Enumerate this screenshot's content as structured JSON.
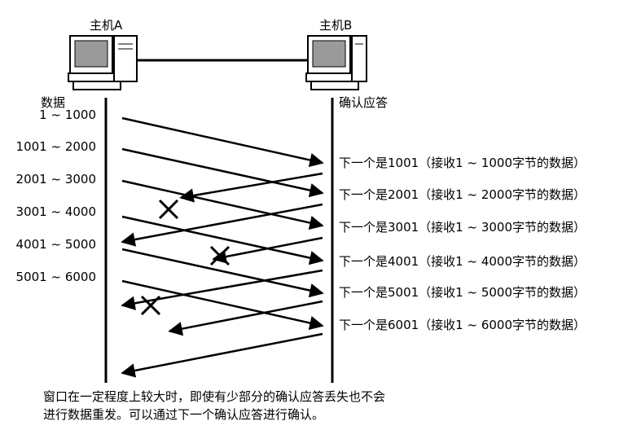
{
  "hosts": {
    "a": {
      "label": "主机A"
    },
    "b": {
      "label": "主机B"
    }
  },
  "left_column": {
    "header": "数据",
    "segments": [
      "1 ~ 1000",
      "1001 ~ 2000",
      "2001 ~ 3000",
      "3001 ~ 4000",
      "4001 ~ 5000",
      "5001 ~ 6000"
    ]
  },
  "right_column": {
    "header": "确认应答",
    "acks": [
      "下一个是1001（接收1 ~ 1000字节的数据）",
      "下一个是2001（接收1 ~ 2000字节的数据）",
      "下一个是3001（接收1 ~ 3000字节的数据）",
      "下一个是4001（接收1 ~ 4000字节的数据）",
      "下一个是5001（接收1 ~ 5000字节的数据）",
      "下一个是6001（接收1 ~ 6000字节的数据）"
    ]
  },
  "lost_acks": [
    1,
    3,
    5
  ],
  "caption": {
    "line1": "窗口在一定程度上较大时，即使有少部分的确认应答丢失也不会",
    "line2": "进行数据重发。可以通过下一个确认应答进行确认。"
  }
}
